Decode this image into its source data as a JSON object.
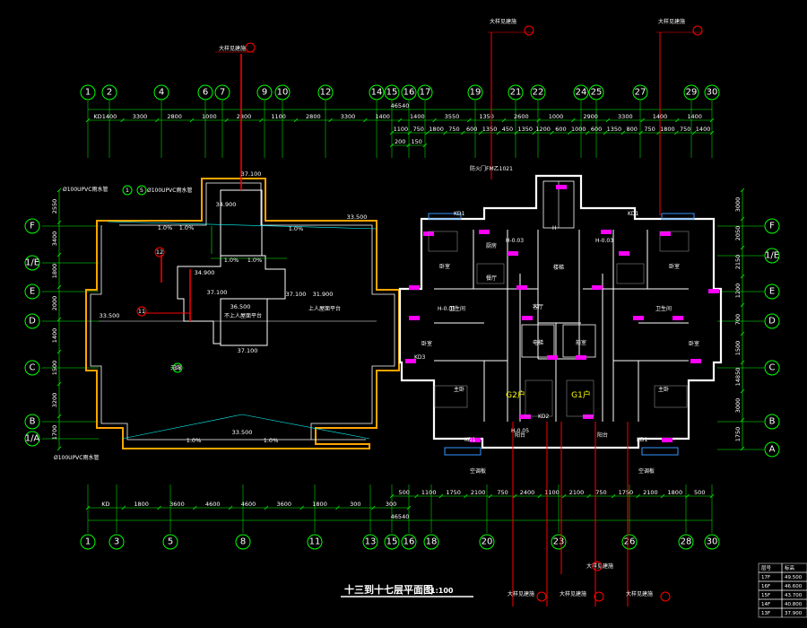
{
  "drawing": {
    "title": "十三到十七层平面图",
    "scale": "1:100",
    "colors": {
      "background": "#000000",
      "axis": "#00ff00",
      "dimension": "#00ff00",
      "wall": "#ffffff",
      "roof_edge": "#ffa500",
      "leader": "#ff0000",
      "accent": "#ff00ff",
      "detail": "#00ffff"
    }
  },
  "axes": {
    "top": [
      "1",
      "2",
      "4",
      "6",
      "7",
      "9",
      "10",
      "12",
      "14",
      "15",
      "16",
      "17",
      "19",
      "21",
      "22",
      "24",
      "25",
      "27",
      "29",
      "30"
    ],
    "bottom": [
      "1",
      "3",
      "5",
      "8",
      "11",
      "13",
      "15",
      "16",
      "18",
      "20",
      "23",
      "26",
      "28",
      "30"
    ],
    "left": [
      "F",
      "1/E",
      "E",
      "D",
      "C",
      "B",
      "1/A"
    ],
    "right": [
      "F",
      "1/E",
      "E",
      "D",
      "C",
      "B",
      "A"
    ]
  },
  "dimensions": {
    "top_total": "46540",
    "bottom_total": "46540",
    "top_row1": [
      "KD1400",
      "3300",
      "2800",
      "1000",
      "2800",
      "1100",
      "2800",
      "3300",
      "1400",
      "1400",
      "3550",
      "1350",
      "2600",
      "1000",
      "2900",
      "3300",
      "1400",
      "1400"
    ],
    "top_row2": [
      "1100",
      "750",
      "1800",
      "750",
      "600",
      "1350",
      "450",
      "1350",
      "1200",
      "600",
      "1000",
      "600",
      "1350",
      "800",
      "750",
      "1800",
      "750",
      "1400"
    ],
    "top_row3": [
      "200",
      "150"
    ],
    "bottom_row1": [
      "KD",
      "1800",
      "3600",
      "4600",
      "4600",
      "3600",
      "1800",
      "300",
      "300"
    ],
    "bottom_row2": [
      "500",
      "1100",
      "1750",
      "2100",
      "750",
      "2400",
      "1100",
      "2100",
      "750",
      "1750",
      "2100",
      "1800",
      "500"
    ],
    "left_dims": [
      "2550",
      "3400",
      "1800",
      "2000",
      "1400",
      "1500",
      "3200",
      "1700"
    ],
    "right_dims": [
      "3000",
      "2050",
      "2150",
      "1200",
      "700",
      "1500",
      "14850",
      "3000",
      "1750"
    ]
  },
  "roof_plan": {
    "elevations": [
      "37.100",
      "34.900",
      "33.500",
      "37.100",
      "34.900",
      "37.100",
      "31.900",
      "37.100",
      "33.500",
      "36.500",
      "33.500"
    ],
    "slopes": [
      "1.0%",
      "1.0%",
      "1.0%",
      "1.0%",
      "1.0%",
      "1.0%",
      "1.0%"
    ],
    "notes": {
      "drain_top_left": "Ø100UPVC雨水管",
      "drain_top": "Ø100UPVC雨水管",
      "drain_bottom_left": "Ø100UPVC雨水管",
      "gutter_label": "天沟",
      "roof_note1": "上人屋面平台",
      "roof_note2": "不上人屋面平台"
    },
    "callouts": [
      "11",
      "12",
      "13",
      "1",
      "5"
    ]
  },
  "floor_plan": {
    "unit_labels": [
      "G2户",
      "G1户"
    ],
    "rooms": [
      "卧室",
      "卧室",
      "客厅",
      "餐厅",
      "厨房",
      "卫生间",
      "卧室",
      "卧室",
      "主卧",
      "主卧",
      "阳台",
      "阳台",
      "电梯",
      "楼梯",
      "前室",
      "卫生间"
    ],
    "marks": [
      "KD1",
      "KD2",
      "KD3",
      "H",
      "H-0.03",
      "H-0.05",
      "H-0.05",
      "H-0.03"
    ],
    "notes": [
      "防火门FM乙1021",
      "空调板",
      "空调板"
    ]
  },
  "callout_labels": {
    "top_left": "大样见建施",
    "top_right1": "大样见建施",
    "top_right2": "大样见建施",
    "bottom1": "大样见建施",
    "bottom2": "大样见建施",
    "bottom3": "大样见建施",
    "bottom4": "大样见建施"
  },
  "legend_table": {
    "header": [
      "层号",
      "标高"
    ],
    "rows": [
      [
        "17F",
        "49.500"
      ],
      [
        "16F",
        "46.600"
      ],
      [
        "15F",
        "43.700"
      ],
      [
        "14F",
        "40.800"
      ],
      [
        "13F",
        "37.900"
      ]
    ]
  }
}
